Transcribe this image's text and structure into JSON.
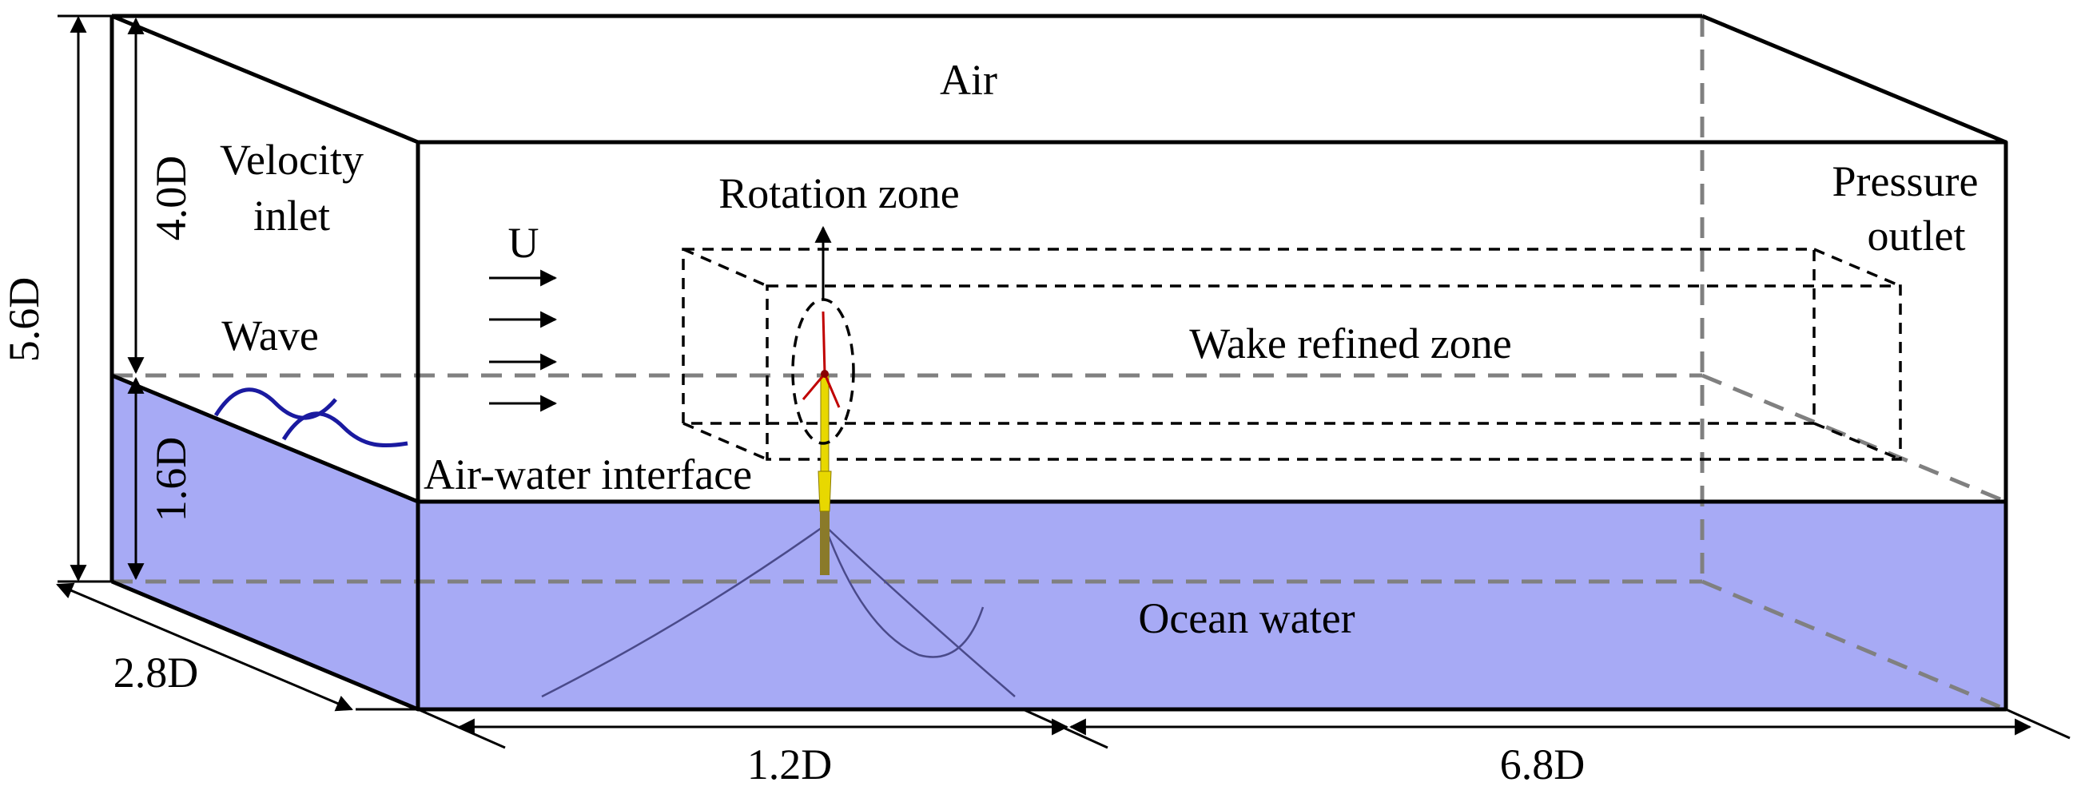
{
  "labels": {
    "air": "Air",
    "velocity_inlet": [
      "Velocity",
      "inlet"
    ],
    "pressure_outlet": [
      "Pressure",
      "outlet"
    ],
    "rotation_zone": "Rotation zone",
    "wake_refined_zone": "Wake refined zone",
    "flow_speed": "U",
    "wave": "Wave",
    "air_water_interface": "Air-water interface",
    "ocean_water": "Ocean water"
  },
  "dimensions": {
    "total_height": "5.6D",
    "air_height": "4.0D",
    "water_depth": "1.6D",
    "domain_width": "2.8D",
    "upstream_length": "1.2D",
    "downstream_length": "6.8D"
  },
  "colors": {
    "water": "#a7aaf5",
    "wave": "#1a1aa0",
    "mooring": "#4a4a8a",
    "tower": "#e8d800",
    "rotor": "#c00000",
    "edge": "#000000",
    "hidden_edge": "#808080"
  }
}
